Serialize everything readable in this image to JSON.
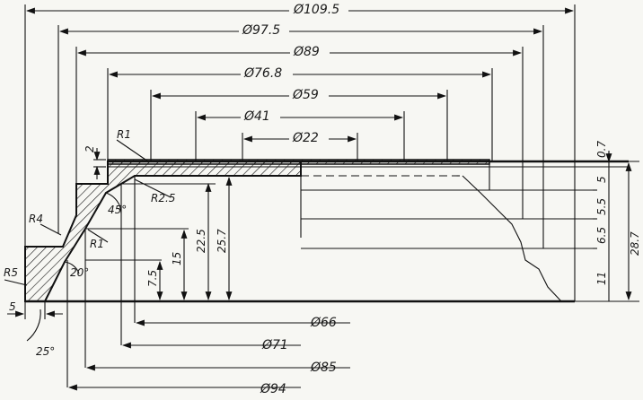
{
  "diameters_top": {
    "d1": "Ø109.5",
    "d2": "Ø97.5",
    "d3": "Ø89",
    "d4": "Ø76.8",
    "d5": "Ø59",
    "d6": "Ø41",
    "d7": "Ø22"
  },
  "diameters_bottom": {
    "d1": "Ø66",
    "d2": "Ø71",
    "d3": "Ø85",
    "d4": "Ø94"
  },
  "radii": {
    "r1_top": "R1",
    "r1_inner": "R1",
    "r2_5": "R2.5",
    "r4": "R4",
    "r5": "R5"
  },
  "angles": {
    "a45": "45°",
    "a20": "20°",
    "a25": "25°"
  },
  "heights_left": {
    "h2": "2",
    "h7_5": "7.5",
    "h15": "15",
    "h22_5": "22.5",
    "h25_7": "25.7",
    "w5": "5"
  },
  "heights_right": {
    "h0_7": "0.7",
    "h5": "5",
    "h5_5": "5.5",
    "h6_5": "6.5",
    "h11": "11",
    "h28_7": "28.7"
  }
}
